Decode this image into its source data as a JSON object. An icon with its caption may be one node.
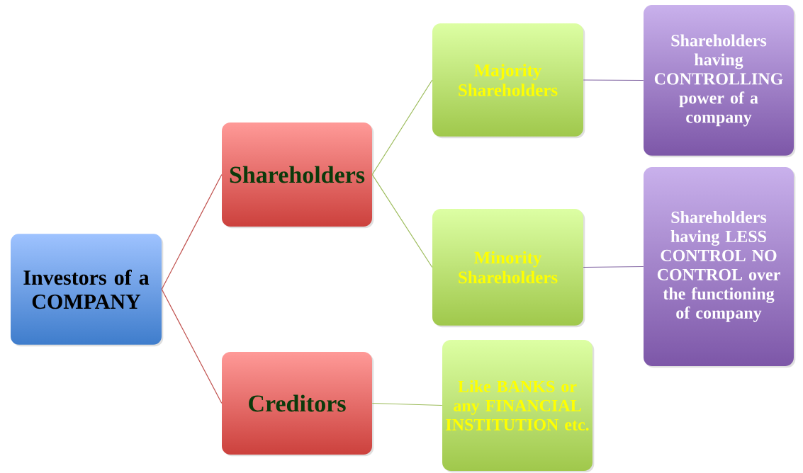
{
  "diagram": {
    "nodes": [
      {
        "text": [
          "Investors of a COMPANY"
        ]
      },
      {
        "text": [
          "Shareholders"
        ]
      },
      {
        "text": [
          "Creditors"
        ]
      },
      {
        "text": [
          "Majority Shareholders"
        ]
      },
      {
        "text": [
          "Minority Shareholders"
        ]
      },
      {
        "text": [
          "Like BANKS or any FINANCIAL INSTITUTION etc."
        ]
      },
      {
        "text": [
          "Shareholders having CONTROLLING power of a company"
        ]
      },
      {
        "text": [
          "Shareholders having LESS CONTROL NO CONTROL over the functioning of company"
        ]
      }
    ],
    "edges": [
      {
        "from": 0,
        "to": 1,
        "arrow": "none",
        "color": "#c0504d"
      },
      {
        "from": 0,
        "to": 2,
        "arrow": "none",
        "color": "#c0504d"
      },
      {
        "from": 1,
        "to": 3,
        "arrow": "none"
      },
      {
        "from": 1,
        "to": 4,
        "arrow": "none"
      },
      {
        "from": 2,
        "to": 5,
        "arrow": "none"
      },
      {
        "from": 3,
        "to": 6,
        "arrow": "none",
        "color": "#8064a2"
      },
      {
        "from": 4,
        "to": 7,
        "arrow": "none",
        "color": "#8064a2"
      }
    ]
  }
}
